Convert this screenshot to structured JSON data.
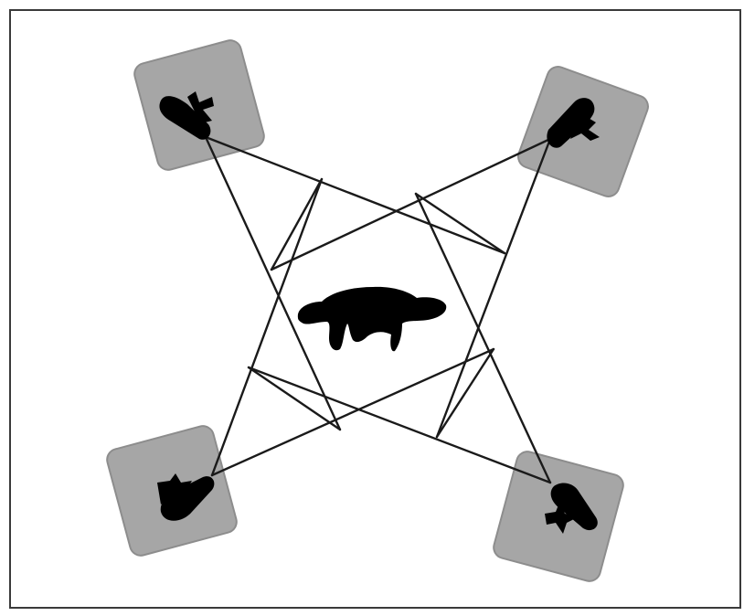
{
  "figure": {
    "background": "#ffffff",
    "frame_color": "#3a3a3a",
    "line_color": "#1a1a1a",
    "panel_fill": "#a6a6a6",
    "panel_edge": "#8d8d8d",
    "silhouette_color": "#000000"
  },
  "elements": {
    "panels": [
      {
        "id": "top-left",
        "icon": "shape-silhouette-icon"
      },
      {
        "id": "top-right",
        "icon": "shape-silhouette-icon"
      },
      {
        "id": "bottom-left",
        "icon": "shape-silhouette-icon"
      },
      {
        "id": "bottom-right",
        "icon": "shape-silhouette-icon"
      }
    ],
    "center": {
      "icon": "central-blob-silhouette-icon"
    }
  }
}
